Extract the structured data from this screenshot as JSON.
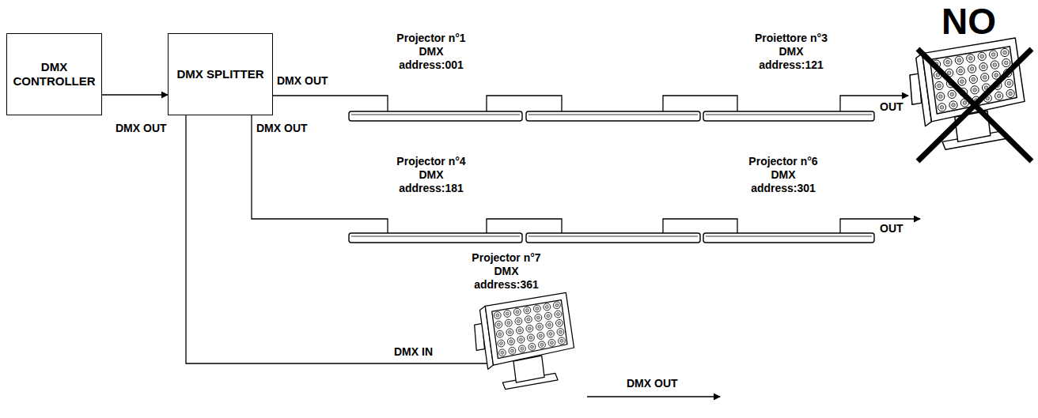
{
  "diagram": {
    "nodes": [
      {
        "text": [
          "DMX CONTROLLER"
        ]
      },
      {
        "text": [
          "DMX SPLITTER"
        ]
      }
    ],
    "edges": [
      {
        "from": 0,
        "to": 1,
        "arrow": "to"
      }
    ],
    "labels": [
      "NO",
      "Projector n°1 DMX address:001",
      "Proiettore n°3 DMX address:121",
      "DMX OUT",
      "OUT",
      "DMX OUT",
      "DMX OUT",
      "Projector n°4 DMX address:181",
      "Projector n°6 DMX address:301",
      "OUT",
      "Projector n°7 DMX address:361",
      "DMX IN",
      "DMX OUT"
    ]
  }
}
